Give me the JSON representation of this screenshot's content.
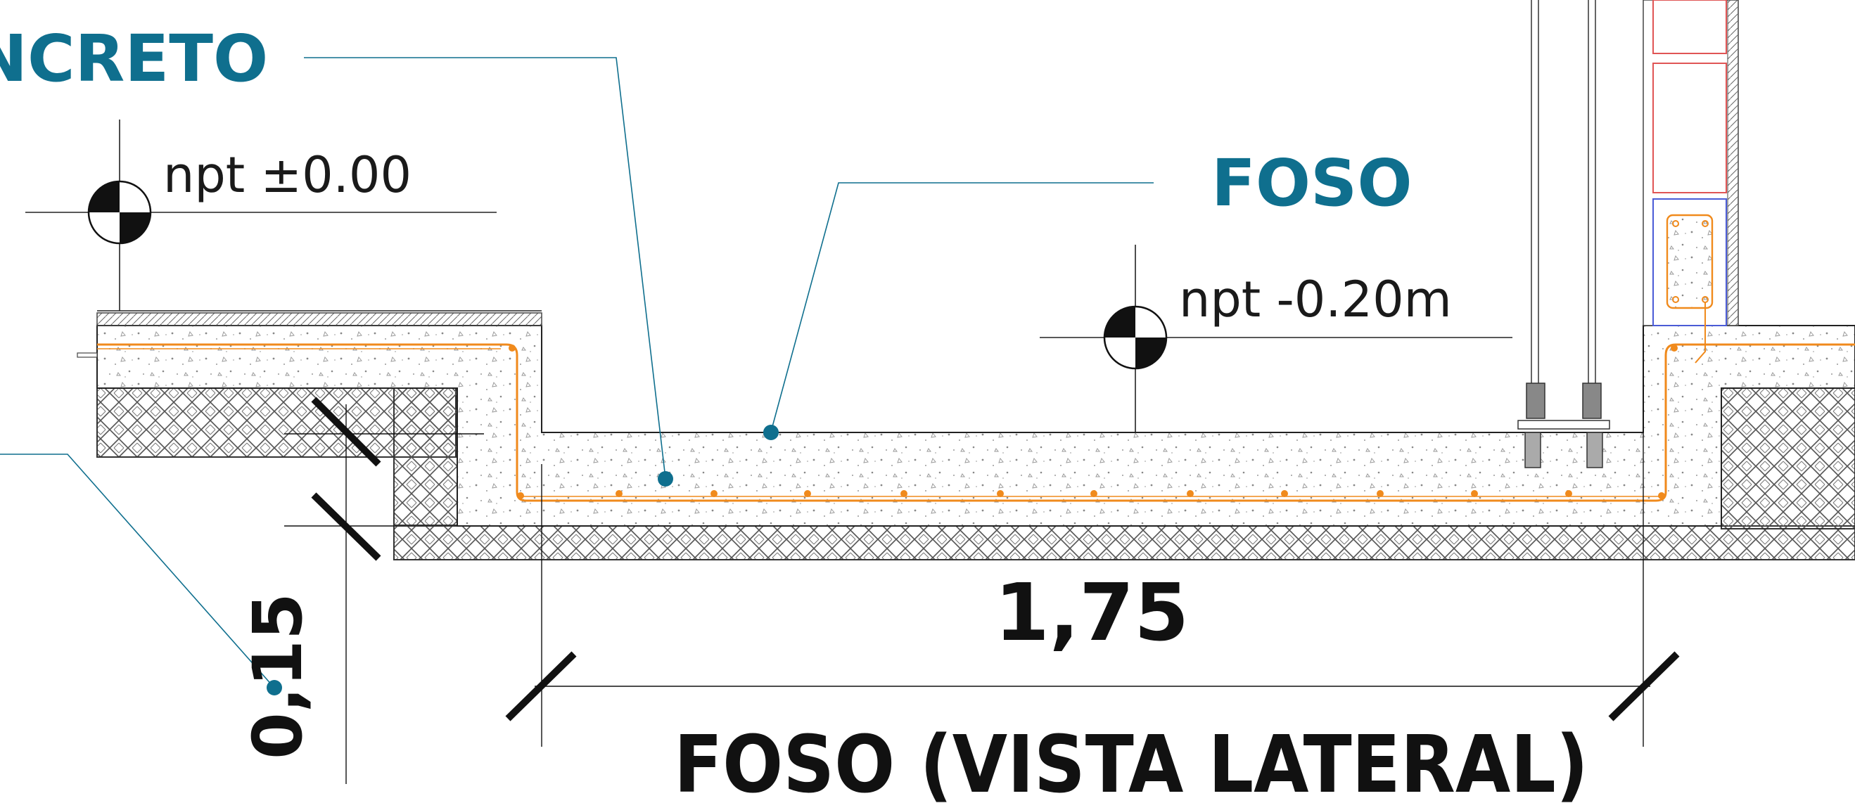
{
  "labels": {
    "concrete_callout": "NCRETO",
    "pit_callout": "FOSO",
    "level_top": "npt ±0.00",
    "level_pit": "npt -0.20m",
    "dim_width": "1,75",
    "dim_depth": "0,15",
    "title": "FOSO (VISTA LATERAL)"
  },
  "colors": {
    "callout_blue": "#0f6f8e",
    "rebar_orange": "#f08a1c",
    "line_black": "#111111",
    "hatch_gray": "#555555",
    "masonry_red": "#e05555",
    "column_blue": "#4a5bd6"
  },
  "icons": {
    "level_marker": "level-datum-icon",
    "callout_dot": "leader-dot-icon",
    "dimension_tick": "dimension-tick-icon"
  }
}
